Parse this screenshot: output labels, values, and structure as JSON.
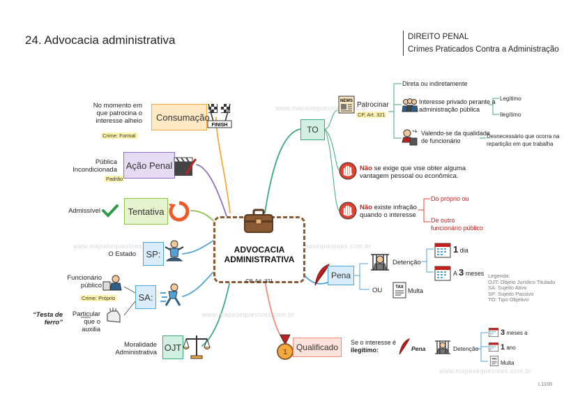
{
  "header": {
    "title": "24. Advocacia administrativa",
    "subject": "DIREITO PENAL",
    "chapter": "Crimes Praticados Contra a Administração"
  },
  "center": {
    "title_line1": "ADVOCACIA",
    "title_line2": "ADMINISTRATIVA",
    "ref": "CP, Art. 321"
  },
  "left": {
    "consumacao": {
      "label": "Consumação",
      "desc1": "No momento em",
      "desc2": "que patrocina o",
      "desc3": "interesse alheio",
      "tag": "Crime: Formal",
      "finish": "FINISH"
    },
    "acao_penal": {
      "label": "Ação Penal",
      "desc1": "Pública",
      "desc2": "Incondicionada",
      "tag": "Padrão"
    },
    "tentativa": {
      "label": "Tentativa",
      "desc": "Admissível"
    },
    "sp": {
      "label": "SP:",
      "desc": "O Estado"
    },
    "sa": {
      "label": "SA:",
      "desc1": "Funcionário",
      "desc2": "público",
      "tag": "Crime: Próprio",
      "desc3": "Particular",
      "desc4": "que o auxilia",
      "quote1": "“Testa de",
      "quote2": "ferro”"
    },
    "ojt": {
      "label": "OJT",
      "desc1": "Moralidade",
      "desc2": "Administrativa"
    }
  },
  "right": {
    "to": {
      "label": "TO"
    },
    "patrocinar": {
      "label": "Patrocinar",
      "ref": "CP, Art. 321",
      "news": "NEWS"
    },
    "direta": "Direta ou indiretamente",
    "interesse1": "Interesse privado perante a",
    "interesse2": "administração pública",
    "legitimo": "Legítimo",
    "ilegitimo": "Ilegítimo",
    "valendo1": "Valendo-se da qualidade",
    "valendo2": "de funcionário",
    "desnec1": "Desnecessário que ocorra na",
    "desnec2": "repartição em que trabalha",
    "nao": "Não",
    "nao1a": "se exige que vise obter alguma",
    "nao1b": "vantagem pessoal ou econômica.",
    "nao2a": "existe infração",
    "nao2b": "quando o interesse",
    "proprio": "Do próprio ou",
    "outro1": "De outro",
    "outro2": "funcionário público",
    "pena": {
      "label": "Pena",
      "detencao": "Detenção",
      "ou": "OU",
      "multa": "Multa",
      "tax": "TAX",
      "n1": "1",
      "dia": "dia",
      "a": "A",
      "n3": "3",
      "meses": "meses"
    },
    "qualificado": {
      "label": "Qualificado",
      "medal": "1",
      "se1": "Se o interesse é",
      "se2": "ilegítimo:",
      "pena": "Pena",
      "detencao": "Detenção",
      "n3": "3",
      "meses_a": "meses a",
      "n1": "1",
      "ano": "ano",
      "multa": "Multa",
      "tax": "TAX"
    }
  },
  "legend": {
    "title": "Legenda:",
    "l1": "OJT: Objeto Jurídico Titulado",
    "l2": "SA: Sujeito Ativo",
    "l3": "SP: Sujeito Passivo",
    "l4": "TO: Tipo Objetivo"
  },
  "code": "L1100",
  "watermark": "www.mapasequestoes.com.br",
  "colors": {
    "orange": "#f4a93b",
    "purple": "#8e6fbf",
    "green": "#8bc34a",
    "blue": "#4fa3d9",
    "teal": "#3aaa7a",
    "red": "#e2402f",
    "salmon": "#f08a77",
    "brown": "#8a5a34"
  }
}
